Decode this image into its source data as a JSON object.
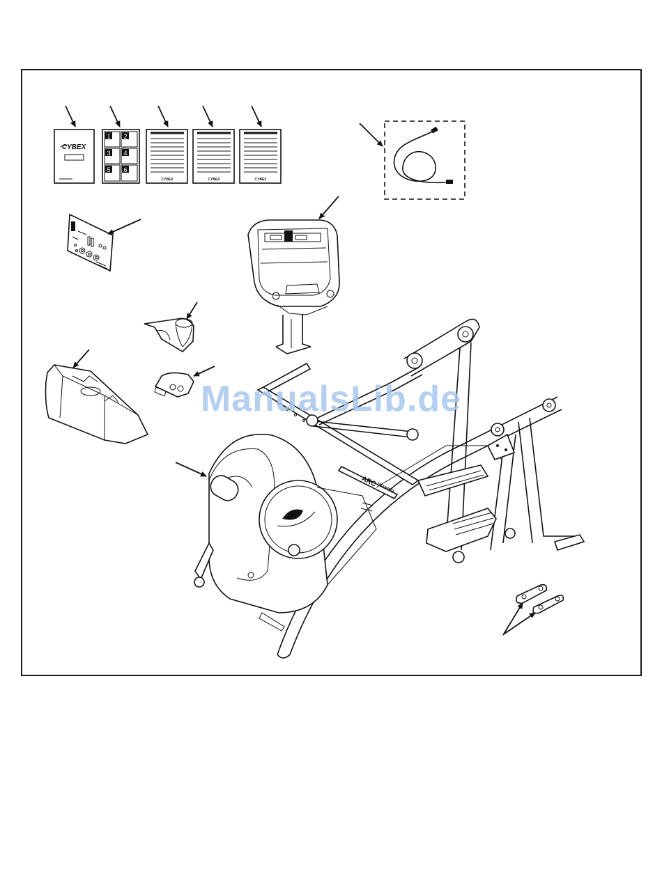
{
  "brand": {
    "logo_text": "CYBEX",
    "trainer_label_1": "ARC",
    "trainer_label_2": "TRAINER"
  },
  "manual_numbers": [
    "1",
    "2",
    "3",
    "4",
    "5",
    "6"
  ],
  "watermark": "ManualsLib.de",
  "colors": {
    "line": "#111111",
    "watermark": "#a9c7ee",
    "background": "#ffffff"
  }
}
